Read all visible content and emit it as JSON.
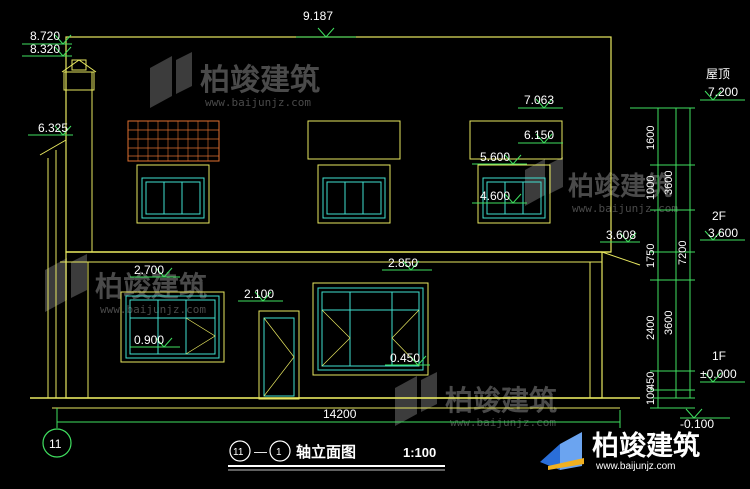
{
  "drawing": {
    "title": "轴立面图",
    "axis_start": "11",
    "axis_end": "1",
    "axis_sep": "—",
    "scale": "1:100",
    "bottom_axis": "11"
  },
  "brand": {
    "name": "柏竣建筑",
    "url": "www.baijunjz.com",
    "url_short": "www.baijunjz.com"
  },
  "elevations": {
    "e9187": "9.187",
    "e8720": "8.720",
    "e8320": "8.320",
    "e6325": "6.325",
    "e7063": "7.063",
    "e6150": "6.150",
    "e5600": "5.600",
    "e4600": "4.600",
    "e3608": "3.608",
    "e2850": "2.850",
    "e2700": "2.700",
    "e2100": "2.100",
    "e0900": "0.900",
    "e0450": "0.450",
    "neg0100": "-0.100"
  },
  "levels": {
    "roof_label": "屋顶",
    "roof_value": "7.200",
    "f2_label": "2F",
    "f2_value": "3.600",
    "f1_label": "1F",
    "f1_value": "±0.000"
  },
  "dimensions": {
    "width": "14200",
    "d1600": "1600",
    "d1000": "1000",
    "d1750": "1750",
    "d2400": "2400",
    "d450": "450",
    "d100": "100",
    "d3600a": "3600",
    "d3600b": "3600",
    "d7200": "7200"
  }
}
